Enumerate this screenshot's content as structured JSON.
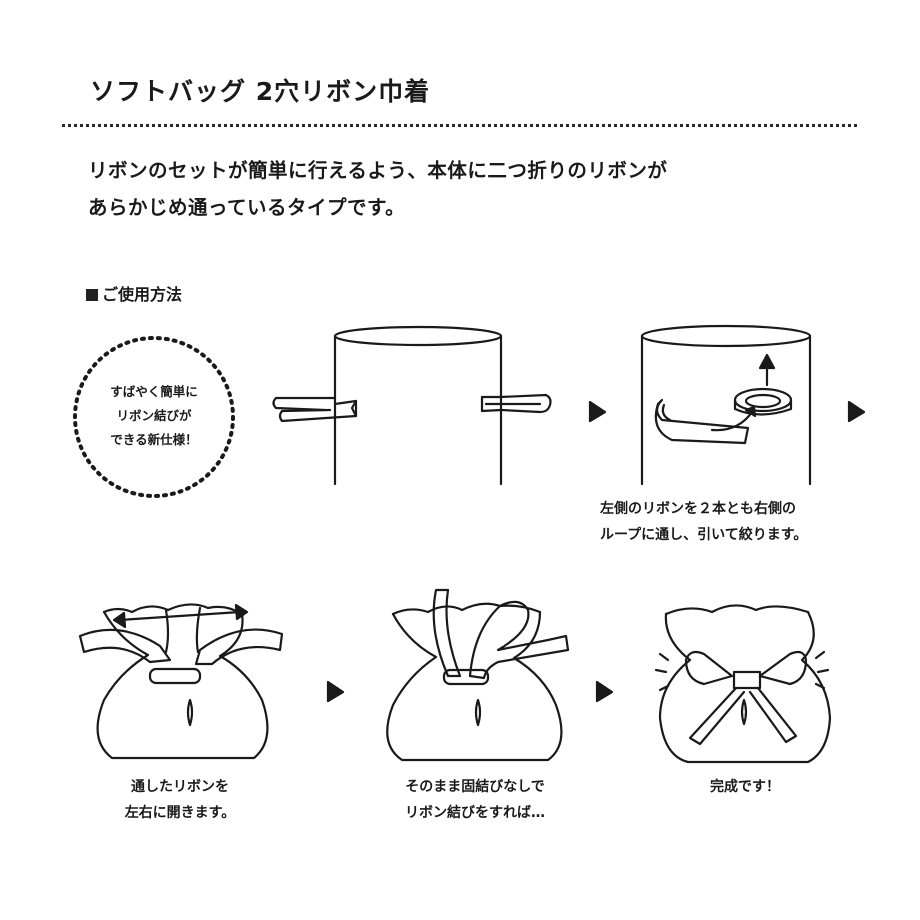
{
  "title": "ソフトバッグ 2穴リボン巾着",
  "description": {
    "line1": "リボンのセットが簡単に行えるよう、本体に二つ折りのリボンが",
    "line2": "あらかじめ通っているタイプです。"
  },
  "usage_heading": "ご使用方法",
  "badge": {
    "line1": "すばやく簡単に",
    "line2": "リボン結びが",
    "line3": "できる新仕様！"
  },
  "steps": [
    {
      "caption_line1": "左側のリボンを２本とも右側の",
      "caption_line2": "ループに通し、引いて絞ります。"
    },
    {
      "caption_line1": "通したリボンを",
      "caption_line2": "左右に開きます。"
    },
    {
      "caption_line1": "そのまま固結びなしで",
      "caption_line2": "リボン結びをすれば…"
    },
    {
      "caption_line1": "完成です！",
      "caption_line2": ""
    }
  ],
  "icons": [
    "arrow-right-icon",
    "bag-illustration",
    "dotted-circle-badge"
  ]
}
